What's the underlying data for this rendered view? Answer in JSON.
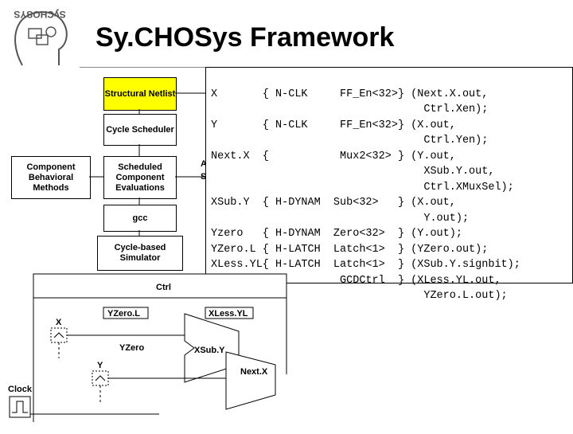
{
  "title": "Sy.CHOSys Framework",
  "logo": {
    "text": "SyCHOSYS"
  },
  "flow": {
    "structural_netlist": "Structural Netlist",
    "cycle_scheduler": "Cycle Scheduler",
    "component_behavioral_methods": "Component Behavioral Methods",
    "scheduled_component_evaluations": "Scheduled Component Evaluations",
    "gcc": "gcc",
    "cycle_based_simulator": "Cycle-based Simulator",
    "partial_a": "A",
    "partial_s": "S"
  },
  "code_lines": [
    "X       { N-CLK     FF_En<32>} (Next.X.out,",
    "                                 Ctrl.Xen);",
    "Y       { N-CLK     FF_En<32>} (X.out,",
    "                                 Ctrl.Yen);",
    "Next.X  {           Mux2<32> } (Y.out,",
    "                                 XSub.Y.out,",
    "                                 Ctrl.XMuxSel);",
    "XSub.Y  { H-DYNAM  Sub<32>   } (X.out,",
    "                                 Y.out);",
    "Yzero   { H-DYNAM  Zero<32>  } (Y.out);",
    "YZero.L { H-LATCH  Latch<1>  } (YZero.out);",
    "XLess.YL{ H-LATCH  Latch<1>  } (XSub.Y.signbit);",
    "Ctrl    {           GCDCtrl  } (XLess.YL.out,",
    "                                 YZero.L.out);"
  ],
  "schematic": {
    "ctrl": "Ctrl",
    "yzerol": "YZero.L",
    "xlessyl": "XLess.YL",
    "x": "X",
    "y": "Y",
    "yzero": "YZero",
    "xsuby": "XSub.Y",
    "nextx": "Next.X",
    "clock": "Clock"
  }
}
